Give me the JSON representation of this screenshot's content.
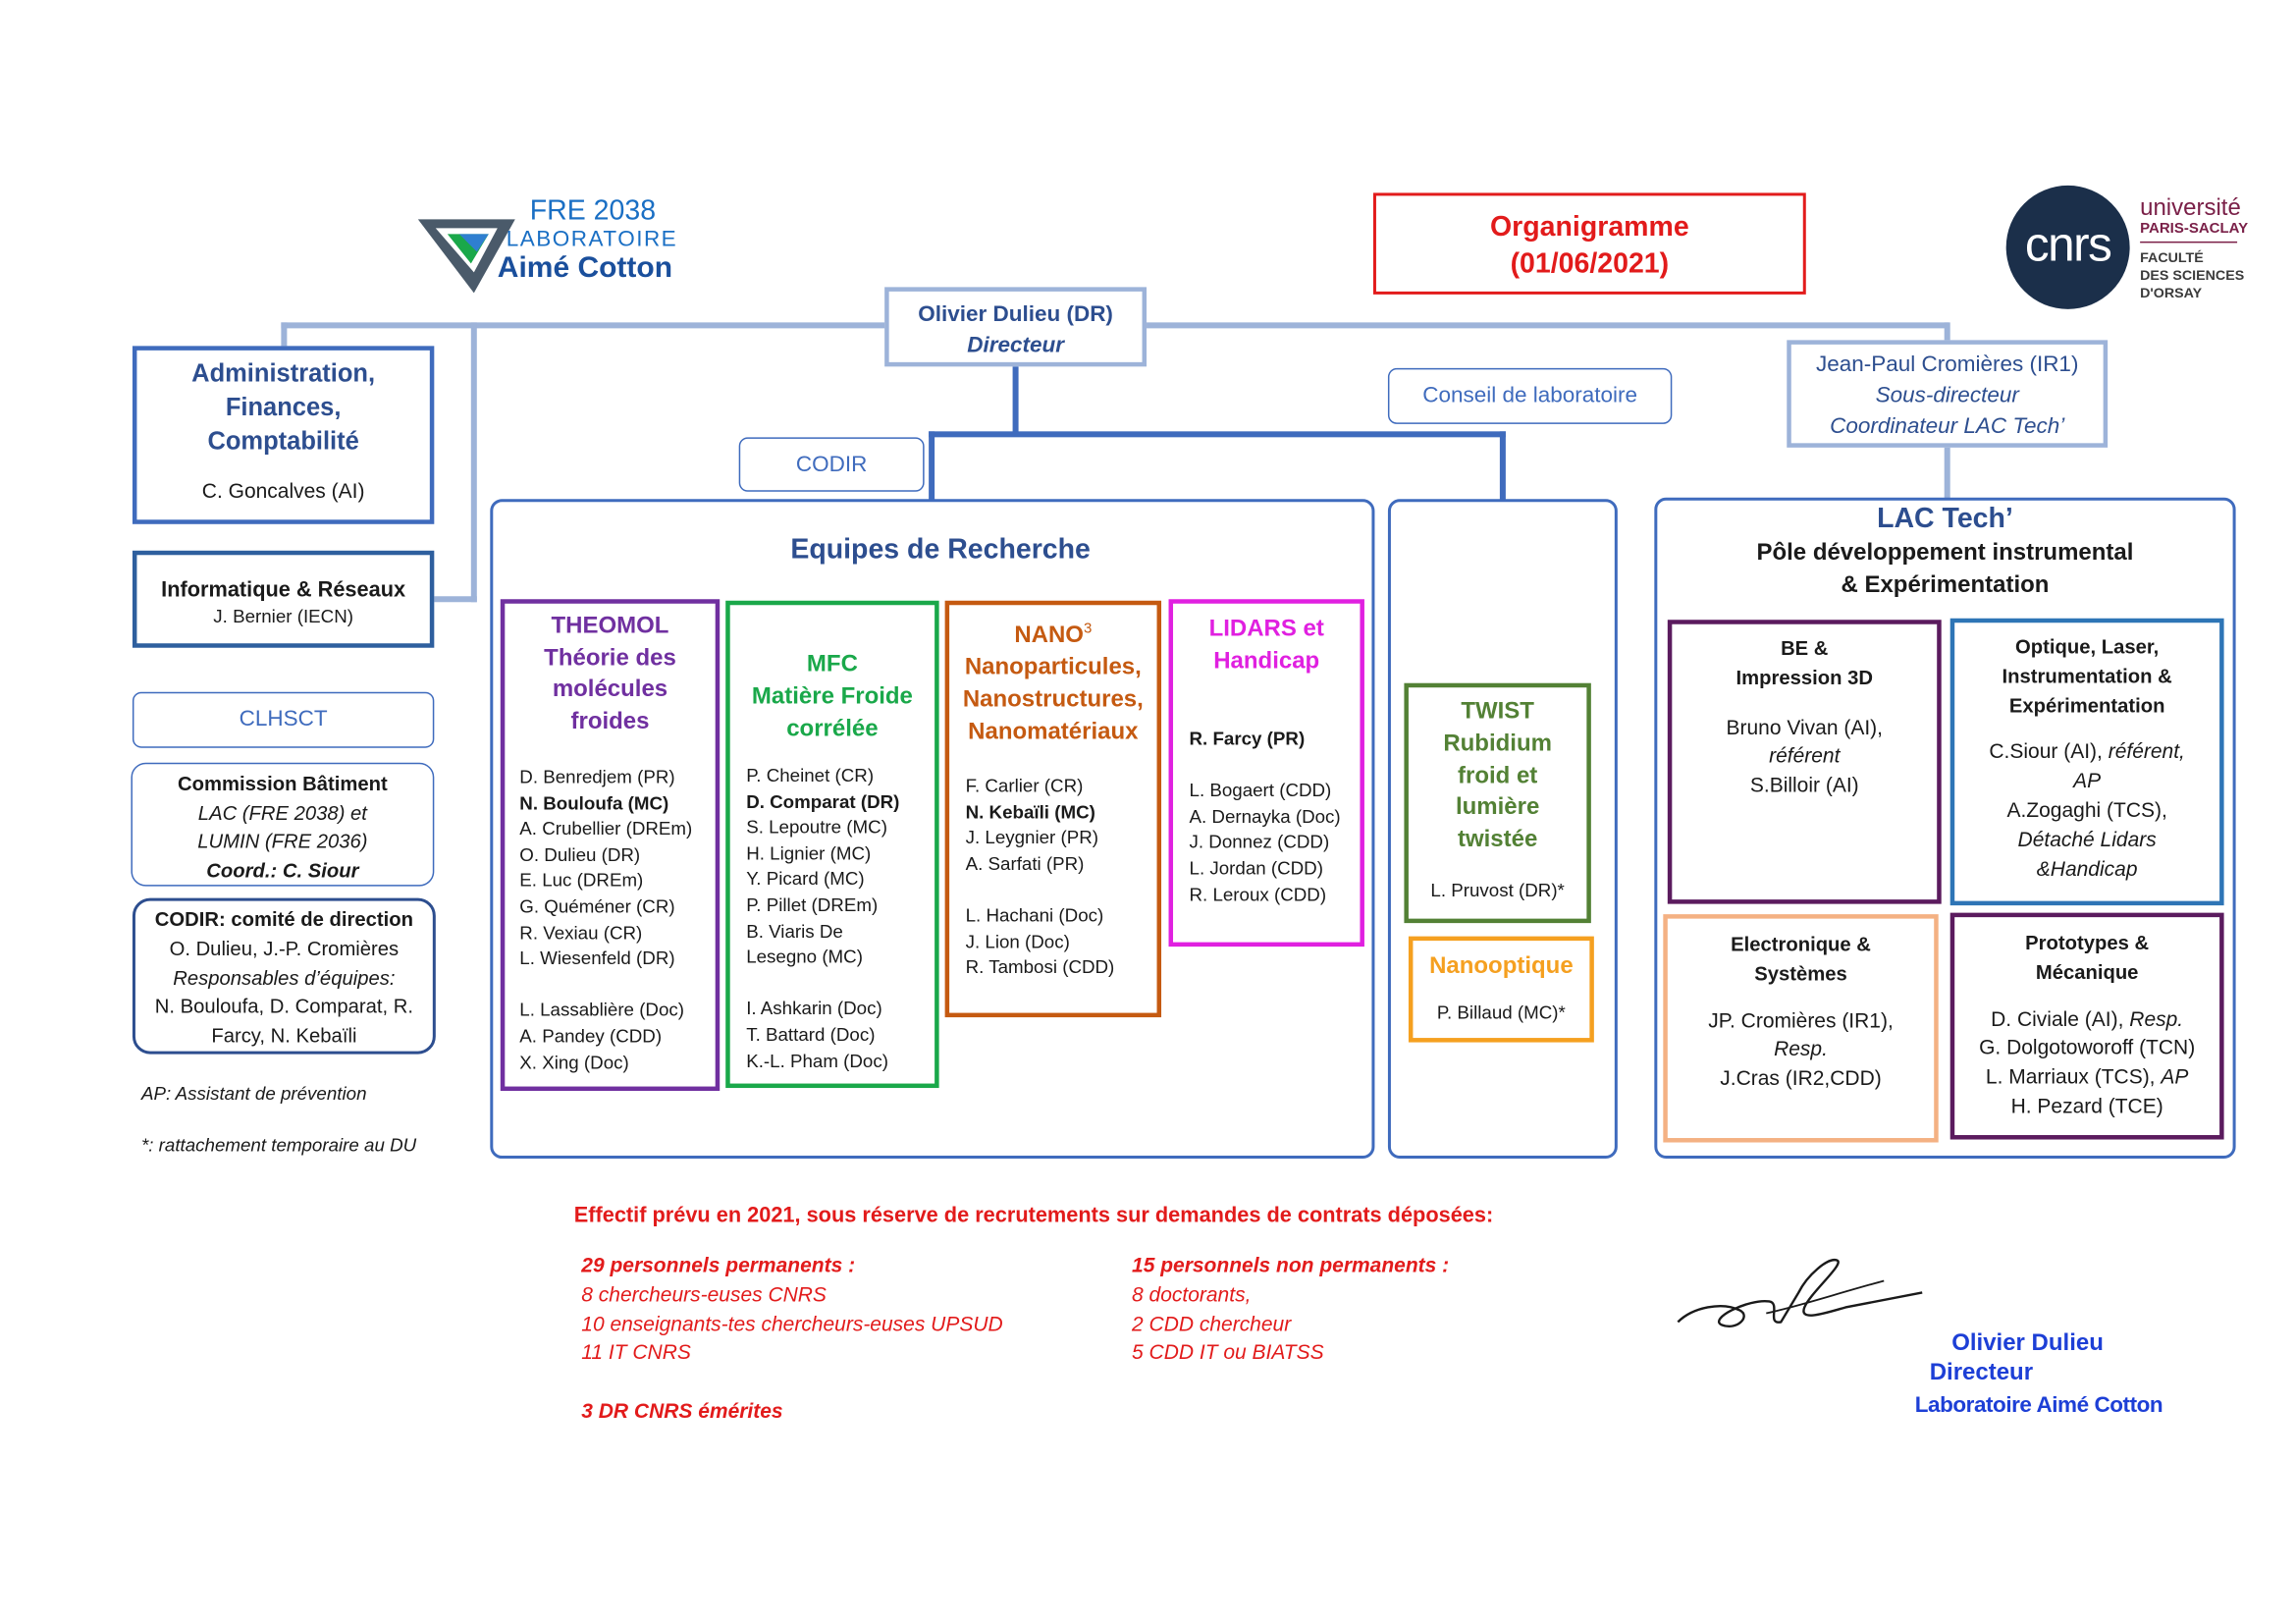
{
  "logo": {
    "line1": "FRE 2038",
    "line2": "LABORATOIRE",
    "line3": "Aimé Cotton"
  },
  "title": {
    "line1": "Organigramme",
    "line2": "(01/06/2021)"
  },
  "logo_right": {
    "cnrs": "cnrs",
    "univ1": "université",
    "univ2": "PARIS-SACLAY",
    "fac1": "FACULTÉ",
    "fac2": "DES SCIENCES",
    "fac3": "D'ORSAY"
  },
  "director": {
    "name": "Olivier Dulieu (DR)",
    "role": "Directeur"
  },
  "conseil": "Conseil de laboratoire",
  "codir_label": "CODIR",
  "subdirector": {
    "name": "Jean-Paul Cromières (IR1)",
    "role1": "Sous-directeur",
    "role2": "Coordinateur LAC Tech’"
  },
  "admin": {
    "t1": "Administration,",
    "t2": "Finances,",
    "t3": "Comptabilité",
    "person": "C. Goncalves (AI)"
  },
  "informatique": {
    "title": "Informatique & Réseaux",
    "person": "J. Bernier (IECN)"
  },
  "clhsct": "CLHSCT",
  "commission": {
    "title": "Commission Bâtiment",
    "l1": "LAC (FRE 2038) et",
    "l2": "LUMIN (FRE 2036)",
    "l3": "Coord.: C. Siour"
  },
  "codir_box": {
    "title": "CODIR: comité de direction",
    "l1": "O. Dulieu, J.-P. Cromières",
    "l2": "Responsables d’équipes:",
    "l3": "N. Bouloufa, D. Comparat, R.",
    "l4": "Farcy, N. Kebaïli"
  },
  "notes": {
    "ap": "AP: Assistant de prévention",
    "star": "*: rattachement temporaire au DU"
  },
  "equipes_title": "Equipes de Recherche",
  "theomol": {
    "t1": "THEOMOL",
    "t2": "Théorie des",
    "t3": "molécules",
    "t4": "froides",
    "members": [
      "D. Benredjem (PR)",
      "N. Bouloufa (MC)",
      "A. Crubellier (DREm)",
      "O. Dulieu (DR)",
      "E. Luc (DREm)",
      "G. Quéméner (CR)",
      "R. Vexiau (CR)",
      "L. Wiesenfeld (DR)"
    ],
    "members2": [
      "L. Lassablière (Doc)",
      "A. Pandey (CDD)",
      "X. Xing (Doc)"
    ]
  },
  "mfc": {
    "t1": "MFC",
    "t2": "Matière Froide",
    "t3": "corrélée",
    "members": [
      "P. Cheinet (CR)",
      "D. Comparat (DR)",
      "S. Lepoutre (MC)",
      "H. Lignier (MC)",
      "Y. Picard (MC)",
      "P. Pillet (DREm)",
      "B. Viaris De",
      "Lesegno (MC)"
    ],
    "members2": [
      "I. Ashkarin (Doc)",
      "T. Battard (Doc)",
      "K.-L. Pham (Doc)"
    ]
  },
  "nano": {
    "t1": "NANO",
    "sup": "3",
    "t2": "Nanoparticules,",
    "t3": "Nanostructures,",
    "t4": "Nanomatériaux",
    "members": [
      "F. Carlier (CR)",
      "N. Kebaïli (MC)",
      "J. Leygnier (PR)",
      "A. Sarfati (PR)"
    ],
    "members2": [
      "L. Hachani (Doc)",
      "J. Lion (Doc)",
      "R. Tambosi  (CDD)"
    ]
  },
  "lidars": {
    "t1": "LIDARS et",
    "t2": "Handicap",
    "lead": "R. Farcy (PR)",
    "members": [
      "L. Bogaert (CDD)",
      "A. Dernayka (Doc)",
      "J. Donnez (CDD)",
      "L. Jordan (CDD)",
      "R. Leroux  (CDD)"
    ]
  },
  "twist": {
    "t1": "TWIST",
    "t2": "Rubidium",
    "t3": "froid et",
    "t4": "lumière",
    "t5": "twistée",
    "person": "L. Pruvost (DR)*"
  },
  "nanooptique": {
    "title": "Nanooptique",
    "person": "P. Billaud (MC)*"
  },
  "lactech": {
    "title": "LAC Tech’",
    "sub1": "Pôle développement instrumental",
    "sub2": "& Expérimentation"
  },
  "be": {
    "t1": "BE &",
    "t2": "Impression 3D",
    "p1": "Bruno Vivan (AI),",
    "p2": "référent",
    "p3": "S.Billoir (AI)"
  },
  "optique": {
    "t1": "Optique, Laser,",
    "t2": "Instrumentation &",
    "t3": "Expérimentation",
    "p1a": "C.Siour (AI), ",
    "p1b": "référent,",
    "p2": "AP",
    "p3": "A.Zogaghi (TCS),",
    "p4": "Détaché Lidars",
    "p5": "&Handicap"
  },
  "electronique": {
    "t1": "Electronique &",
    "t2": "Systèmes",
    "p1": "JP. Cromières (IR1),",
    "p2": "Resp.",
    "p3": "J.Cras (IR2,CDD)"
  },
  "prototypes": {
    "t1": "Prototypes &",
    "t2": "Mécanique",
    "p1a": "D. Civiale (AI), ",
    "p1b": "Resp.",
    "p2": "G. Dolgotoworoff (TCN)",
    "p3a": "L. Marriaux (TCS), ",
    "p3b": "AP",
    "p4": "H. Pezard (TCE)"
  },
  "effectif": {
    "headline": "Effectif prévu en 2021, sous réserve de recrutements sur demandes de contrats déposées:",
    "perm_title": "29 personnels permanents :",
    "perm": [
      "8 chercheurs-euses CNRS",
      "10 enseignants-tes chercheurs-euses UPSUD",
      "11 IT CNRS"
    ],
    "emerites": "3 DR CNRS émérites",
    "nonperm_title": "15 personnels non permanents :",
    "nonperm": [
      "8 doctorants,",
      "2 CDD chercheur",
      "5 CDD IT ou BIATSS"
    ]
  },
  "signature": {
    "name": "Olivier Dulieu",
    "role": "Directeur",
    "lab": "Laboratoire Aimé Cotton"
  },
  "colors": {
    "navy": "#2d4e8f",
    "blue": "#3f6bbd",
    "light": "#9db3d9",
    "purple": "#7030a0",
    "green": "#1aa84a",
    "orange": "#c55a11",
    "magenta": "#e020e0",
    "olive": "#538135",
    "gold": "#f5a020",
    "peach": "#f4b183",
    "optblue": "#2e75b6",
    "red": "#e21b1b"
  }
}
